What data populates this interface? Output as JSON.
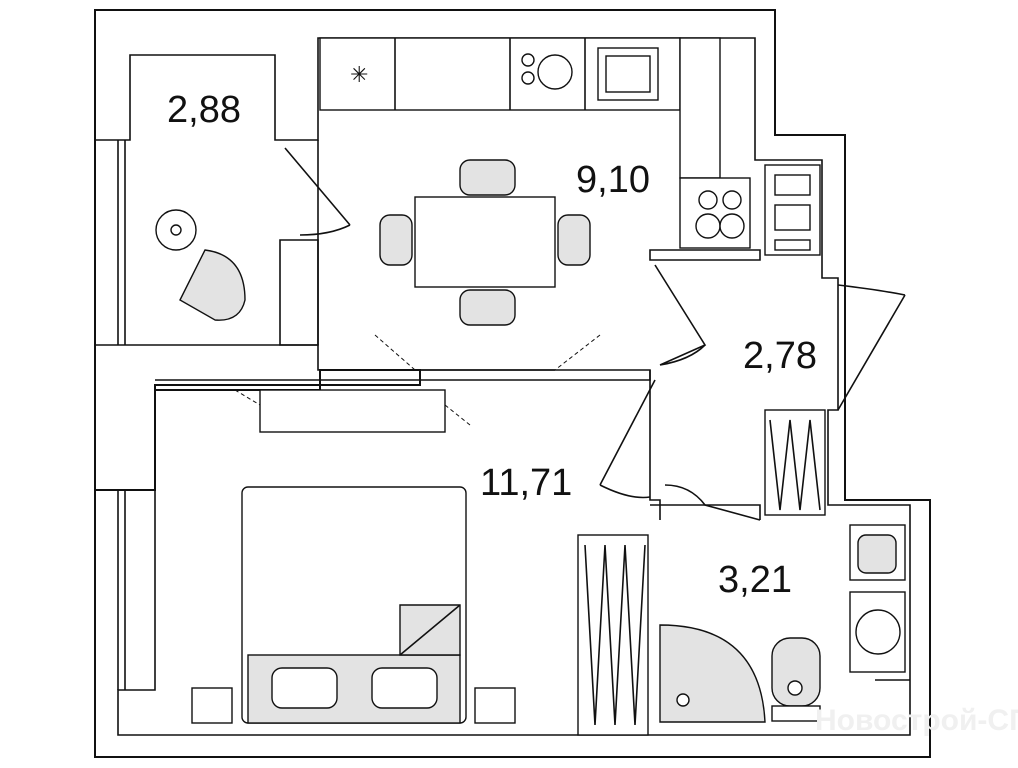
{
  "rooms": [
    {
      "name": "balcony",
      "area": "2,88"
    },
    {
      "name": "kitchen",
      "area": "9,10"
    },
    {
      "name": "hallway",
      "area": "2,78"
    },
    {
      "name": "bedroom",
      "area": "11,71"
    },
    {
      "name": "bathroom",
      "area": "3,21"
    }
  ],
  "watermark": "Новострой-СПб"
}
